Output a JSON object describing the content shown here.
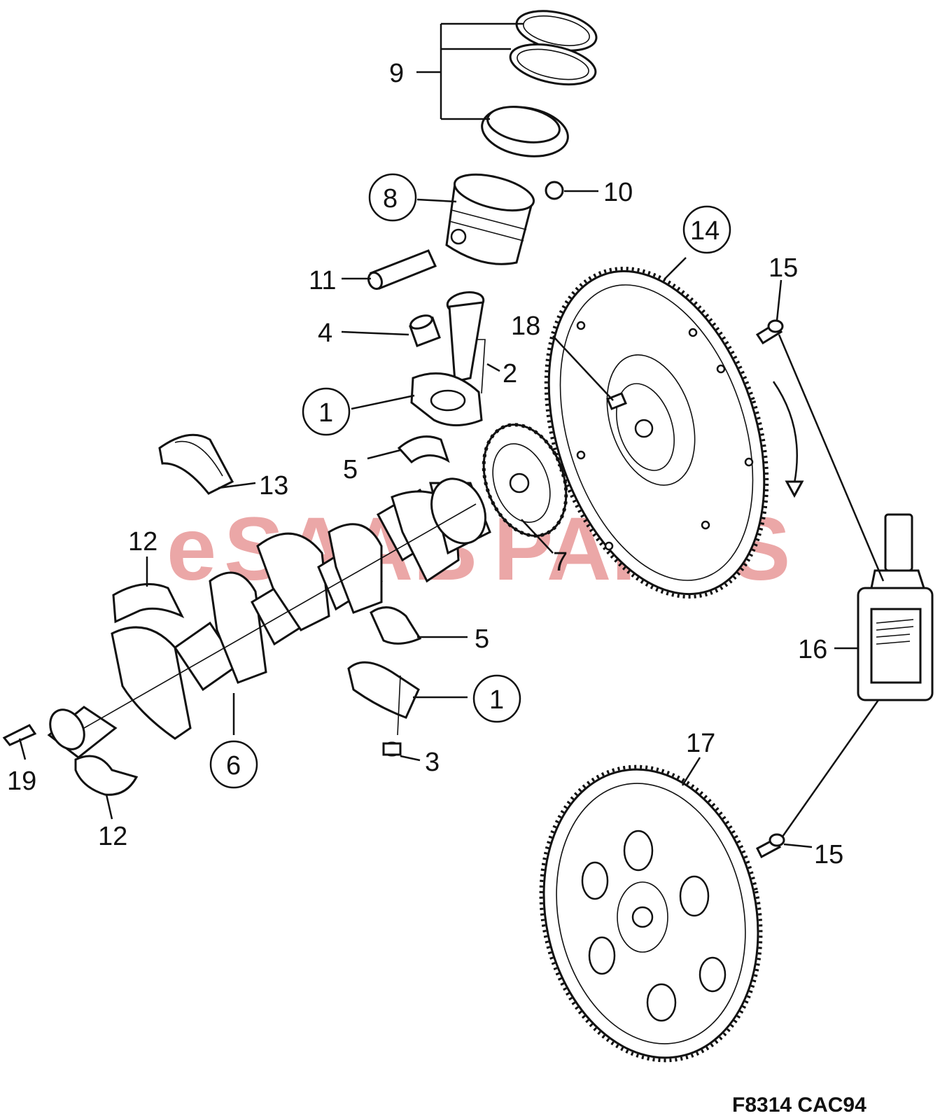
{
  "watermark": {
    "text_e": "e",
    "text_saab": "SAAB",
    "text_parts": "PARTS"
  },
  "figure_code": "F8314 CAC94",
  "callouts": {
    "c1a": "1",
    "c1b": "1",
    "c2": "2",
    "c3": "3",
    "c4": "4",
    "c5a": "5",
    "c5b": "5",
    "c6": "6",
    "c7": "7",
    "c8": "8",
    "c9": "9",
    "c10": "10",
    "c11": "11",
    "c12a": "12",
    "c12b": "12",
    "c13": "13",
    "c14": "14",
    "c15a": "15",
    "c15b": "15",
    "c16": "16",
    "c17": "17",
    "c18": "18",
    "c19": "19"
  },
  "colors": {
    "line": "#111111",
    "watermark": "#e58a8a",
    "background": "#ffffff"
  }
}
